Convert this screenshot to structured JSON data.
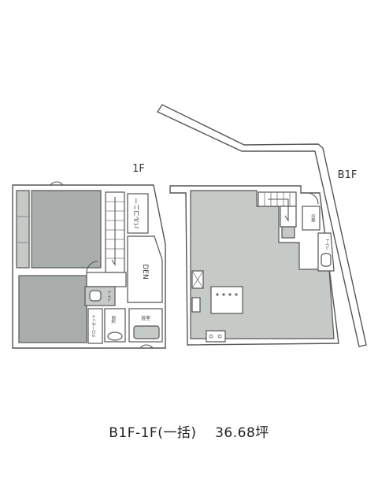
{
  "floors": {
    "f1": {
      "label": "1F"
    },
    "b1": {
      "label": "B1F"
    }
  },
  "rooms": {
    "balcony": "バルコニー",
    "den": "DEN",
    "bath": "浴室",
    "washroom": "洗面",
    "storage": "収納",
    "wc_1f": "トイレ",
    "wc_b1f": "トイレ",
    "closet": "クローゼット"
  },
  "caption": {
    "plan_type": "B1F-1F(一括)",
    "area": "36.68坪"
  }
}
